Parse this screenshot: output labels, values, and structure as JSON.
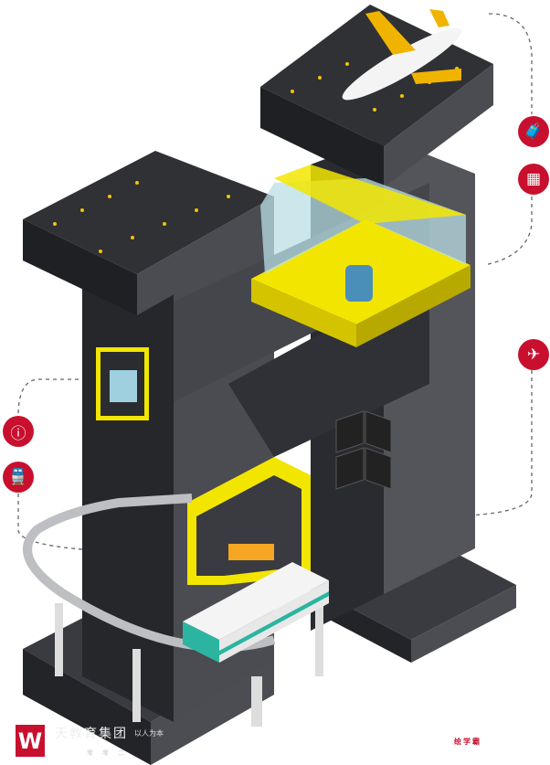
{
  "footer": {
    "brand": "天教育集团",
    "slogan": "以人为本",
    "numbers": "零零二",
    "credit": "绘学霸",
    "logo_letter": "W"
  },
  "icons": [
    "luggage-icon",
    "qr-code-icon",
    "plane-icon",
    "info-icon",
    "train-icon"
  ],
  "colors": {
    "accent": "#c8102e",
    "highlight": "#f2e600",
    "structure": "#2e2f33"
  }
}
